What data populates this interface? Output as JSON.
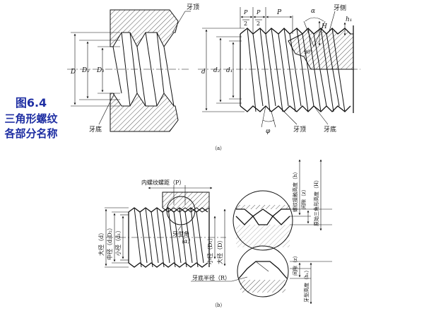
{
  "caption": {
    "number": "图6.4",
    "title": "三角形螺纹各部分名称"
  },
  "figure_a": {
    "sublabel": "（a）",
    "internal": {
      "crest": "牙顶",
      "root": "牙底",
      "D": "D",
      "D2": "D₂",
      "D1": "D₁"
    },
    "external": {
      "P": "P",
      "two": "2",
      "alpha": "α",
      "H": "H",
      "flank": "牙侧",
      "h1": "h₁",
      "angle90": "90°",
      "phi": "φ",
      "crest": "牙顶",
      "root": "牙底",
      "d": "d",
      "d2": "d₂",
      "d1": "d₁"
    }
  },
  "figure_b": {
    "sublabel": "（b）",
    "pitch": "内螺纹螺距（P）",
    "thread_angle": "牙型角",
    "thread_angle_sym": "（α）",
    "major_d": "大径（d）",
    "pitch_d": "中径（d₂D₂）",
    "minor_d": "小径（d₁）",
    "minor_D": "小径（D₁）",
    "major_D": "大径（D）",
    "root_radius": "牙底半径（R）",
    "contact_height": "螺纹接触高度（h）",
    "clearance_top": "间隙（z）",
    "basic_height": "原始三角形高度（H）",
    "clearance_bottom": "间隙（z）",
    "profile_height": "牙型高度（h₁）"
  }
}
